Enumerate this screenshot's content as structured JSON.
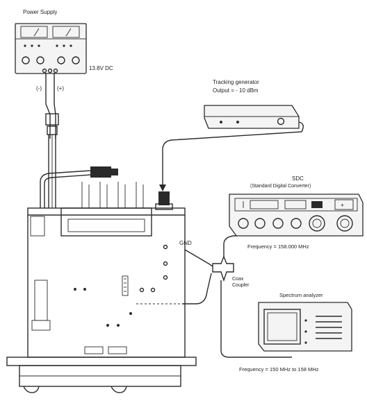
{
  "diagram": {
    "power_supply": {
      "title": "Power Supply",
      "voltage": "13.8V DC",
      "neg_terminal": "(-)",
      "pos_terminal": "(+)"
    },
    "tracking_generator": {
      "title": "Tracking generator",
      "output": "Output = - 10 dBm"
    },
    "sdc": {
      "title": "SDC",
      "subtitle": "(Standard Digital Converter)",
      "frequency": "Frequency = 158.000 MHz"
    },
    "spectrum_analyzer": {
      "title": "Spectrum analyzer",
      "frequency": "Frequency = 150 MHz to 158 MHz"
    },
    "coupler": {
      "label": "Coax Coupler"
    },
    "gnd_label": "GND"
  }
}
